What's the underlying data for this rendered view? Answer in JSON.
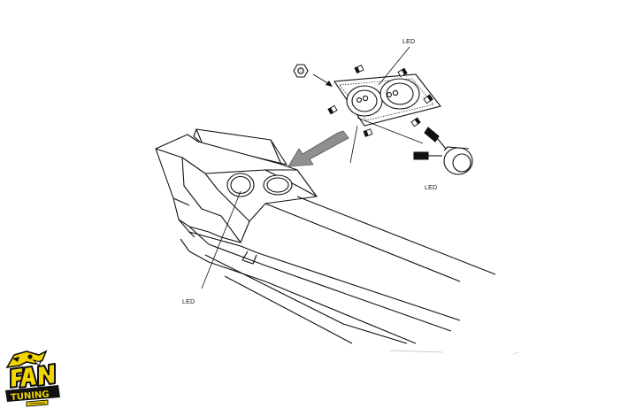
{
  "diagram": {
    "labels": {
      "led_top": "LED",
      "led_right": "LED",
      "led_left": "LED"
    },
    "colors": {
      "line": "#111111",
      "arrow_fill": "#8f8f8f",
      "logo_yellow": "#f2d400",
      "logo_black": "#111111"
    },
    "logo": {
      "brand_line_1": "FAN",
      "brand_line_2": "TUNING",
      "icon": "mascot-logo"
    }
  }
}
